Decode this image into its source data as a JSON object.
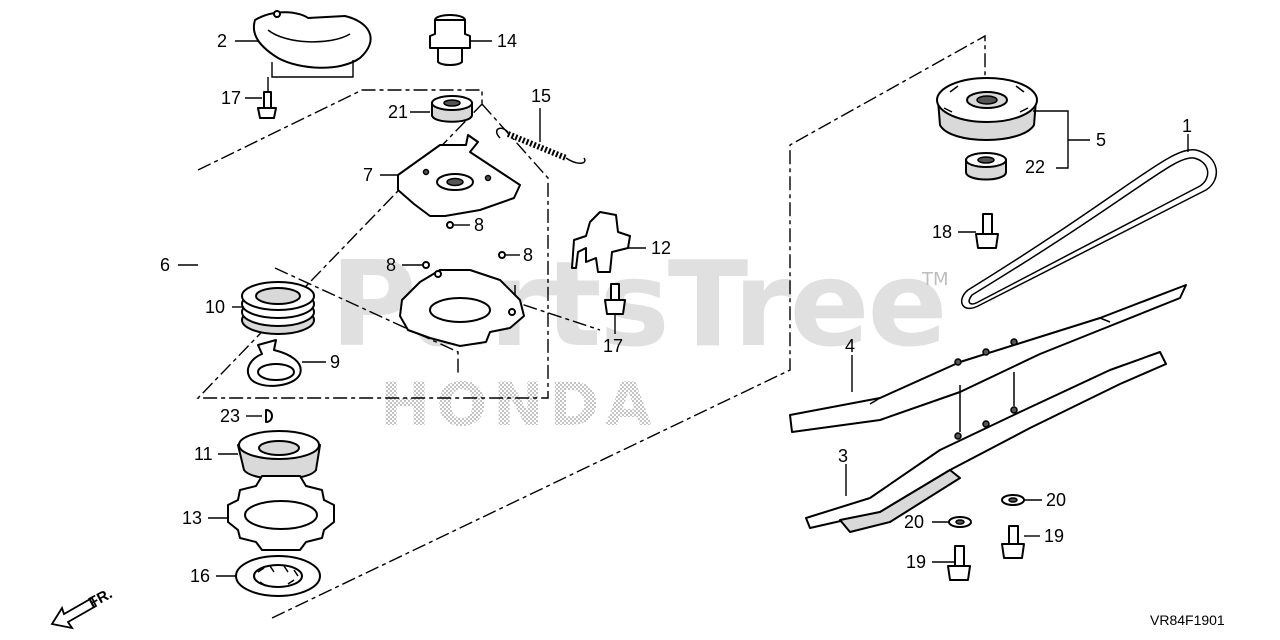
{
  "watermark": {
    "brand": "PartsTree",
    "tm": "TM",
    "maker": "HONDA"
  },
  "diagram_code": "VR84F1901",
  "direction_label": "FR.",
  "callouts": {
    "c1": "1",
    "c2": "2",
    "c3": "3",
    "c4": "4",
    "c5": "5",
    "c6": "6",
    "c7": "7",
    "c8a": "8",
    "c8b": "8",
    "c8c": "8",
    "c9": "9",
    "c10": "10",
    "c11": "11",
    "c12": "12",
    "c13": "13",
    "c14": "14",
    "c15": "15",
    "c16": "16",
    "c17a": "17",
    "c17b": "17",
    "c18": "18",
    "c19a": "19",
    "c19b": "19",
    "c20a": "20",
    "c20b": "20",
    "c21": "21",
    "c22": "22",
    "c23": "23"
  },
  "icons": [
    "front-arrow-icon"
  ]
}
